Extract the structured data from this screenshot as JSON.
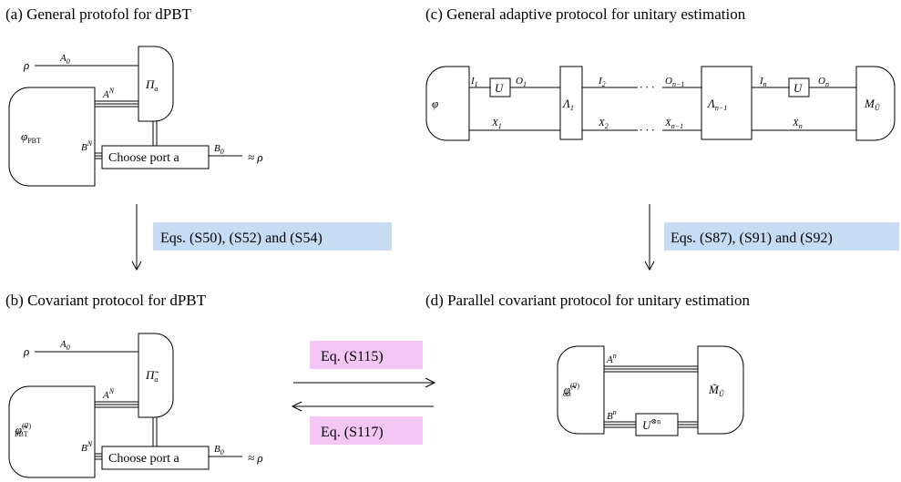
{
  "panels": {
    "a": {
      "title": "(a) General protofol for dPBT",
      "rho": "ρ",
      "A0": "A",
      "A0_sub": "0",
      "AN": "A",
      "AN_sup": "N",
      "BN": "B",
      "BN_sup": "N",
      "B0": "B",
      "B0_sub": "0",
      "phi": "φ",
      "phi_sub": "PBT",
      "pi": "Π",
      "pi_sub": "a",
      "choose_port": "Choose port a",
      "approx_rho": "≈ ρ"
    },
    "b": {
      "title": "(b) Covariant protocol for dPBT",
      "rho": "ρ",
      "A0": "A",
      "A0_sub": "0",
      "AN": "A",
      "AN_sup": "N",
      "BN": "B",
      "BN_sup": "N",
      "B0": "B",
      "B0_sub": "0",
      "phi": "φ̃",
      "phi_sup": "(v⃗)",
      "phi_sub": "PBT",
      "pi": "Π̃",
      "pi_sub": "a",
      "choose_port": "Choose port a",
      "approx_rho": "≈ ρ"
    },
    "c": {
      "title": "(c) General adaptive protocol for unitary estimation",
      "phi": "φ",
      "I1": "I",
      "I1_sub": "1",
      "U1": "U",
      "O1": "O",
      "O1_sub": "1",
      "Lambda1": "Λ",
      "Lambda1_sub": "1",
      "I2": "I",
      "I2_sub": "2",
      "dots_top": "· · ·",
      "On1": "O",
      "On1_sub": "n−1",
      "Lambdan1": "Λ",
      "Lambdan1_sub": "n−1",
      "In": "I",
      "In_sub": "n",
      "Un": "U",
      "On": "O",
      "On_sub": "n",
      "M": "M",
      "M_sub": "Û",
      "X1": "X",
      "X1_sub": "1",
      "X2": "X",
      "X2_sub": "2",
      "dots_bottom": "· · ·",
      "Xn1": "X",
      "Xn1_sub": "n−1",
      "Xn": "X",
      "Xn_sub": "n"
    },
    "d": {
      "title": "(d) Parallel covariant protocol for unitary estimation",
      "phi": "φ̃",
      "phi_sup": "(v⃗)",
      "phi_sub": "est",
      "An": "A",
      "An_sup": "n",
      "Bn": "B",
      "Bn_sup": "n",
      "Un": "U",
      "Un_sup": "⊗n",
      "M": "M̃",
      "M_sub": "Û"
    }
  },
  "arrows": {
    "left_eq": "Eqs. (S50), (S52) and (S54)",
    "right_eq": "Eqs. (S87), (S91) and (S92)",
    "forward_eq": "Eq. (S115)",
    "backward_eq": "Eq. (S117)"
  },
  "colors": {
    "blue_label": "#c6dcf5",
    "pink_label": "#f3c6f6"
  }
}
